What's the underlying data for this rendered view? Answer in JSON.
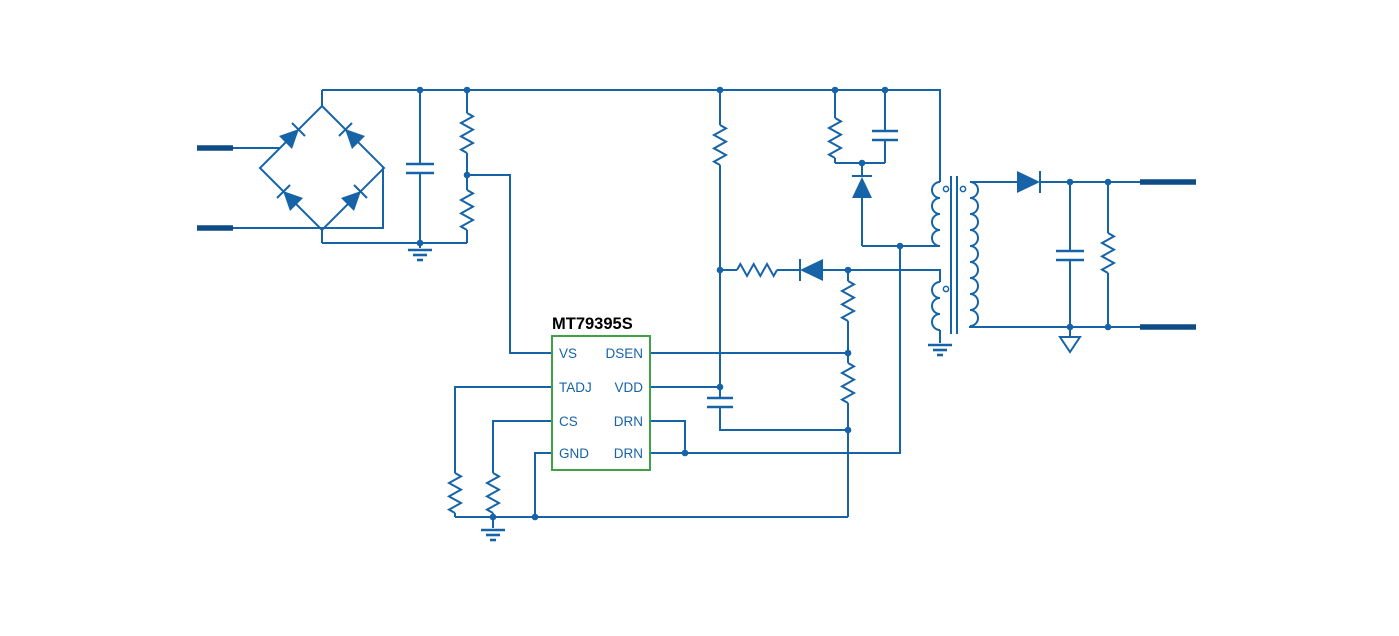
{
  "colors": {
    "wire": "#1663A8",
    "terminal": "#0F4C86",
    "ic_border": "#3FA047",
    "ic_title": "#000000",
    "pin_text": "#1663A8",
    "canvas_bg": "#FFFFFF"
  },
  "ic": {
    "title": "MT79395S",
    "pins_left": [
      {
        "label": "VS"
      },
      {
        "label": "TADJ"
      },
      {
        "label": "CS"
      },
      {
        "label": "GND"
      }
    ],
    "pins_right": [
      {
        "label": "DSEN"
      },
      {
        "label": "VDD"
      },
      {
        "label": "DRN"
      },
      {
        "label": "DRN"
      }
    ]
  },
  "components": {
    "left": [
      "ac-input-terminal-top",
      "ac-input-terminal-bottom",
      "bridge-rectifier",
      "bulk-capacitor",
      "input-ground",
      "vs-sense-divider"
    ],
    "middle": [
      "startup-resistor",
      "vdd-charge-resistor",
      "vdd-charge-diode",
      "vdd-capacitor",
      "dsen-divider",
      "tadj-resistor",
      "cs-resistor",
      "signal-ground",
      "rcd-clamp-resistor",
      "rcd-clamp-capacitor",
      "rcd-clamp-diode"
    ],
    "right": [
      "transformer-primary",
      "transformer-aux-winding",
      "transformer-secondary",
      "aux-ground",
      "output-rectifier-diode",
      "output-capacitor",
      "output-load-resistor",
      "output-earth",
      "output-terminal-top",
      "output-terminal-bottom"
    ]
  }
}
